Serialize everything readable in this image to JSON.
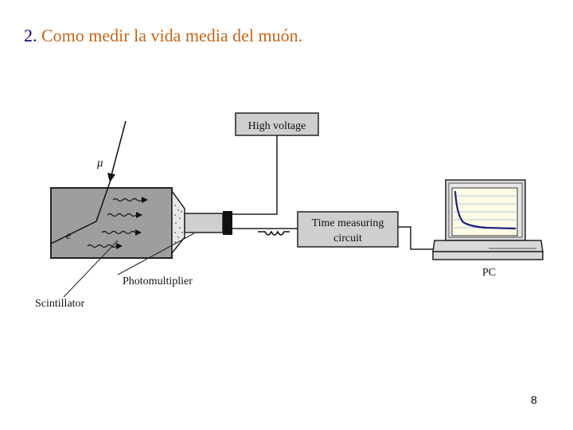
{
  "slide": {
    "title_number": "2.",
    "title_text": " Como medir la vida media del muón.",
    "page_number": "8"
  },
  "diagram": {
    "labels": {
      "muon": "μ",
      "electron": "e",
      "high_voltage": "High voltage",
      "time_measuring_line1": "Time measuring",
      "time_measuring_line2": "circuit",
      "photomultiplier": "Photomultiplier",
      "scintillator": "Scintillator",
      "pc": "PC"
    }
  },
  "colors": {
    "title_number": "#000080",
    "title_text": "#c86414",
    "box_fill": "#cfcfcf",
    "scintillator_fill": "#9e9e9e",
    "screen_fill": "#fffce6",
    "decay_curve": "#1a237e",
    "screen_grid": "#6b8fd6"
  }
}
